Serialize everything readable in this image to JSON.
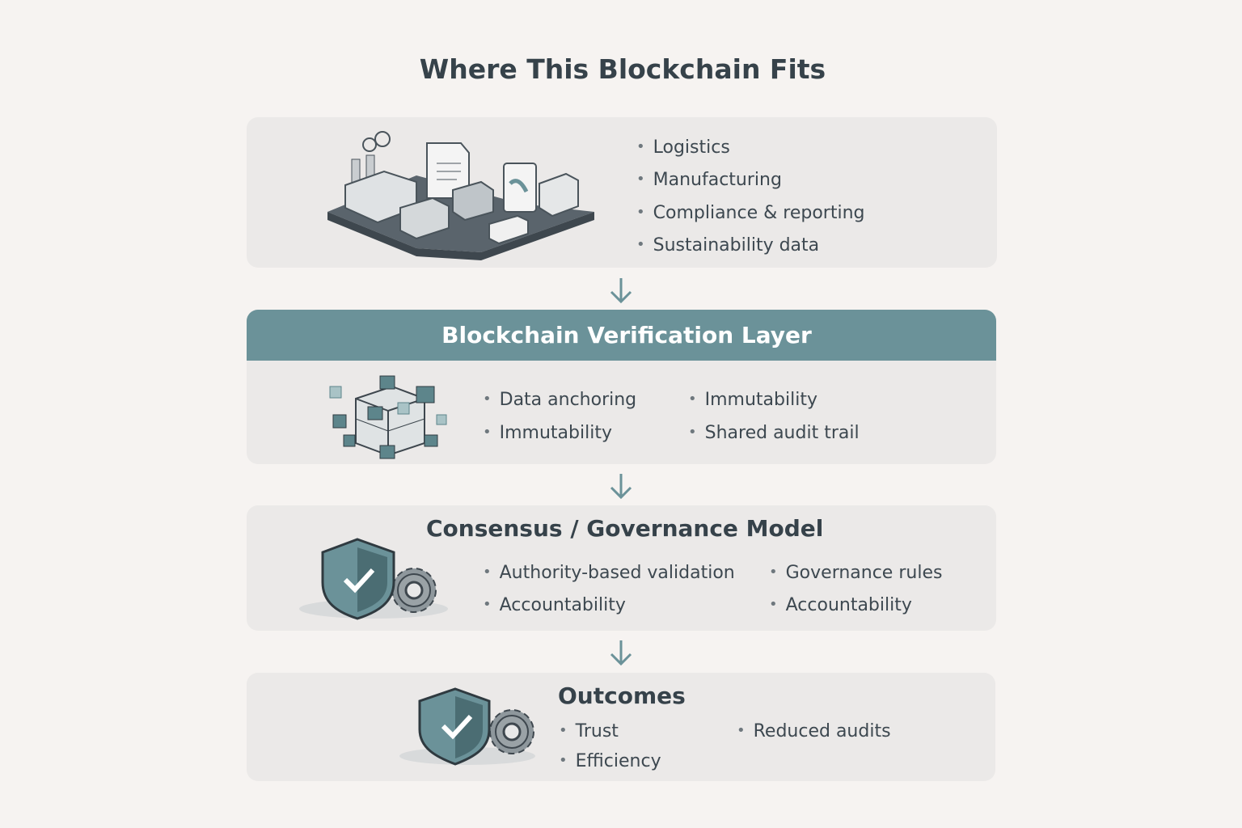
{
  "title": "Where This Blockchain Fits",
  "industries": {
    "items": [
      "Logistics",
      "Manufacturing",
      "Compliance & reporting",
      "Sustainability data"
    ]
  },
  "verification": {
    "title": "Blockchain Verification Layer",
    "col1": [
      "Data anchoring",
      "Immutability"
    ],
    "col2": [
      "Immutability",
      "Shared audit trail"
    ]
  },
  "consensus": {
    "title": "Consensus / Governance Model",
    "col1": [
      "Authority-based validation",
      "Accountability"
    ],
    "col2": [
      "Governance rules",
      "Accountability"
    ]
  },
  "outcomes": {
    "title": "Outcomes",
    "col1": [
      "Trust",
      "Efficiency"
    ],
    "col2": [
      "Reduced audits"
    ]
  },
  "colors": {
    "accent": "#6b9299",
    "panel": "#ebe9e8",
    "text": "#36424a"
  }
}
